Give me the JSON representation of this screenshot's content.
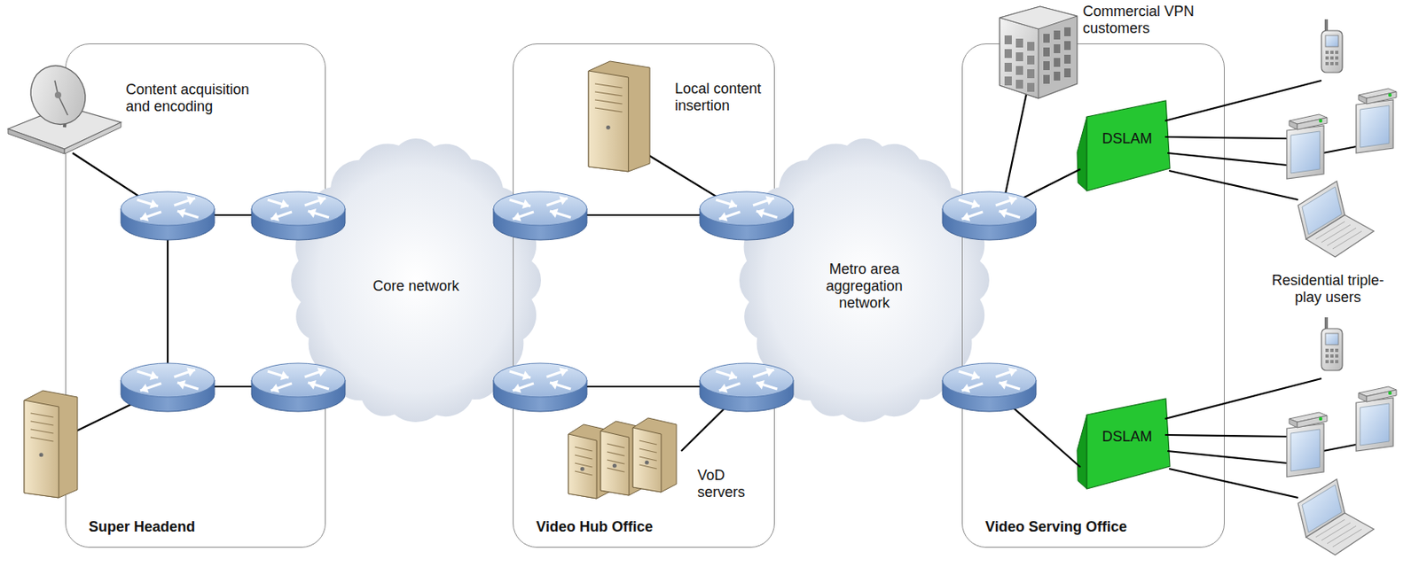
{
  "diagram": {
    "nodes": [
      {
        "text": [
          "Super Headend"
        ]
      },
      {
        "text": [
          "Core network"
        ]
      },
      {
        "text": [
          "Video Hub Office"
        ]
      },
      {
        "text": [
          "Metro area aggregation network"
        ]
      },
      {
        "text": [
          "Video Serving Office"
        ]
      },
      {
        "text": [
          "DSLAM"
        ],
        "in": 4
      },
      {
        "text": [
          "DSLAM"
        ],
        "in": 4
      }
    ],
    "labels": [
      "Content acquisition and encoding",
      "Local content insertion",
      "VoD servers",
      "Commercial VPN customers",
      "Residential triple-play users"
    ]
  }
}
